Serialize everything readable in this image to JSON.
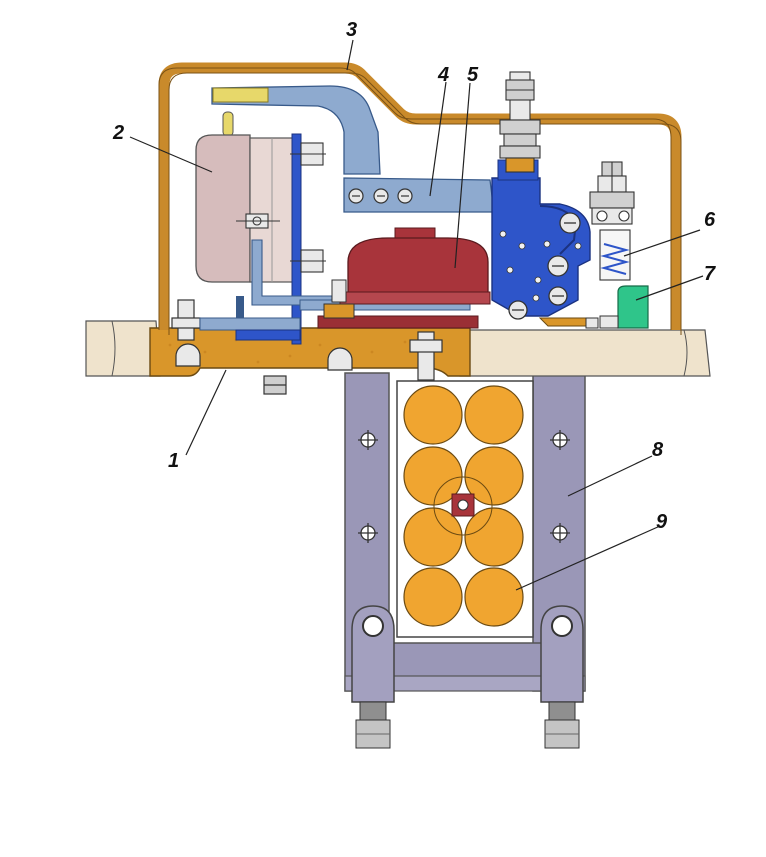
{
  "labels": [
    {
      "id": "1",
      "text": "1"
    },
    {
      "id": "2",
      "text": "2"
    },
    {
      "id": "3",
      "text": "3"
    },
    {
      "id": "4",
      "text": "4"
    },
    {
      "id": "5",
      "text": "5"
    },
    {
      "id": "6",
      "text": "6"
    },
    {
      "id": "7",
      "text": "7"
    },
    {
      "id": "8",
      "text": "8"
    },
    {
      "id": "9",
      "text": "9"
    }
  ],
  "colors": {
    "base_board": "#efe3cc",
    "insulation": "#d9962a",
    "cover": "#c98a2b",
    "cover_inner": "#ffffff",
    "relay_body": "#d6bcbc",
    "relay_back": "#e8d8d4",
    "armature": "#8eaacf",
    "coil": "#a8343b",
    "blue_frame": "#2e55c9",
    "screw": "#e9e9e9",
    "green_block": "#2fc58a",
    "bracket": "#9a97b7",
    "cores": "#f0a530",
    "center_mark": "#a8343b",
    "leader": "#222222"
  }
}
